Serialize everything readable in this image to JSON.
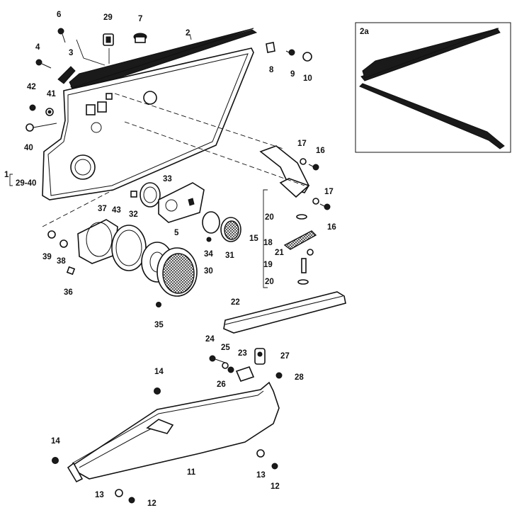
{
  "diagram": {
    "inset_label": "2a",
    "range_label": "29-40",
    "labels": {
      "p1": "1",
      "p2": "2",
      "p3": "3",
      "p4": "4",
      "p5": "5",
      "p6": "6",
      "p7": "7",
      "p8": "8",
      "p9": "9",
      "p10": "10",
      "p11": "11",
      "p12a": "12",
      "p12b": "12",
      "p13a": "13",
      "p13b": "13",
      "p14a": "14",
      "p14b": "14",
      "p15": "15",
      "p16a": "16",
      "p16b": "16",
      "p17a": "17",
      "p17b": "17",
      "p18": "18",
      "p19": "19",
      "p20a": "20",
      "p20b": "20",
      "p21": "21",
      "p22": "22",
      "p23": "23",
      "p24": "24",
      "p25": "25",
      "p26": "26",
      "p27": "27",
      "p28": "28",
      "p29": "29",
      "p30": "30",
      "p31": "31",
      "p32": "32",
      "p33": "33",
      "p34": "34",
      "p35": "35",
      "p36": "36",
      "p37": "37",
      "p38": "38",
      "p39": "39",
      "p40": "40",
      "p41": "41",
      "p42": "42",
      "p43": "43"
    }
  }
}
